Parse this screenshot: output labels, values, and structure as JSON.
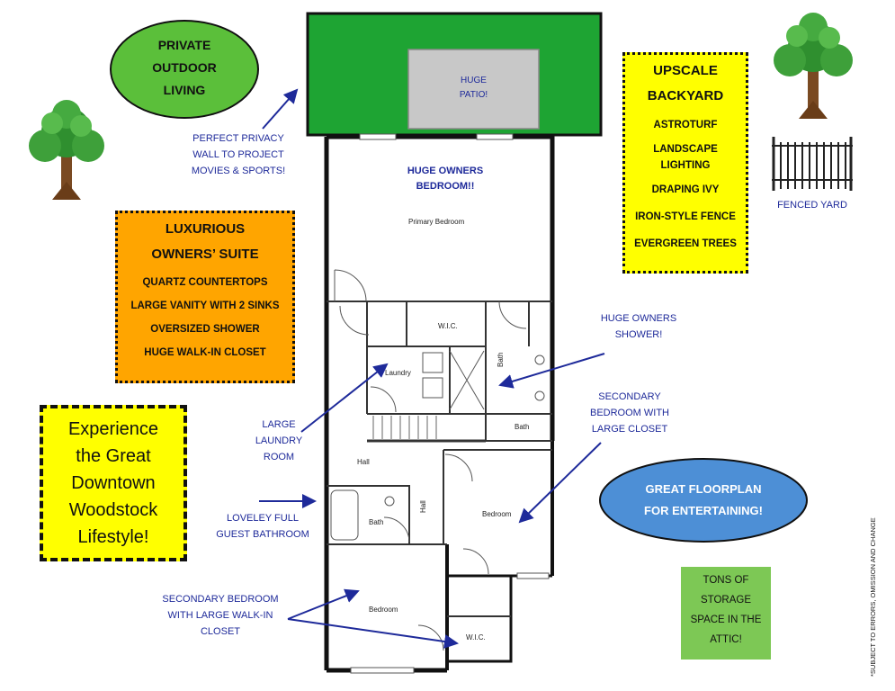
{
  "patio": {
    "label_line1": "HUGE",
    "label_line2": "PATIO!"
  },
  "outdoor_ellipse": {
    "line1": "PRIVATE",
    "line2": "OUTDOOR",
    "line3": "LIVING",
    "color": "#5bbf3a"
  },
  "privacy_note": {
    "line1": "PERFECT PRIVACY",
    "line2": "WALL TO PROJECT",
    "line3": "MOVIES & SPORTS!"
  },
  "backyard_box": {
    "title1": "UPSCALE",
    "title2": "BACKYARD",
    "items": [
      "ASTROTURF",
      "LANDSCAPE",
      "LIGHTING",
      "DRAPING IVY",
      "IRON-STYLE FENCE",
      "EVERGREEN TREES"
    ],
    "color": "#ffff00"
  },
  "fenced_yard_label": "FENCED YARD",
  "suite_box": {
    "title1": "LUXURIOUS",
    "title2": "OWNERS’ SUITE",
    "items": [
      "QUARTZ COUNTERTOPS",
      "LARGE VANITY WITH 2 SINKS",
      "OVERSIZED SHOWER",
      "HUGE WALK-IN CLOSET"
    ],
    "color": "#ffa500"
  },
  "lifestyle_box": {
    "lines": [
      "Experience",
      "the Great",
      "Downtown",
      "Woodstock",
      "Lifestyle!"
    ]
  },
  "floorplan": {
    "owners_bedroom_note1": "HUGE OWNERS",
    "owners_bedroom_note2": "BEDROOM!!",
    "primary_bedroom": "Primary Bedroom",
    "wic_top": "W.I.C.",
    "laundry": "Laundry",
    "bath_master": "Bath",
    "bath_small": "Bath",
    "hall1": "Hall",
    "hall2": "Hall",
    "bath_guest": "Bath",
    "bedroom_right": "Bedroom",
    "bedroom_bottom": "Bedroom",
    "wic_bottom": "W.I.C."
  },
  "notes": {
    "shower_line1": "HUGE OWNERS",
    "shower_line2": "SHOWER!",
    "secondary_right_line1": "SECONDARY",
    "secondary_right_line2": "BEDROOM WITH",
    "secondary_right_line3": "LARGE CLOSET",
    "laundry_line1": "LARGE",
    "laundry_line2": "LAUNDRY",
    "laundry_line3": "ROOM",
    "guest_bath_line1": "LOVELEY FULL",
    "guest_bath_line2": "GUEST BATHROOM",
    "secondary_bottom_line1": "SECONDARY BEDROOM",
    "secondary_bottom_line2": "WITH  LARGE WALK-IN",
    "secondary_bottom_line3": "CLOSET"
  },
  "entertaining_ellipse": {
    "line1": "GREAT FLOORPLAN",
    "line2": "FOR ENTERTAINING!",
    "color": "#4d8fd6"
  },
  "storage_box": {
    "lines": [
      "TONS OF",
      "STORAGE",
      "SPACE IN THE",
      "ATTIC!"
    ],
    "color": "#7dc855"
  },
  "disclaimer": "*SUBJECT TO ERRORS, OMISSION AND CHANGE"
}
